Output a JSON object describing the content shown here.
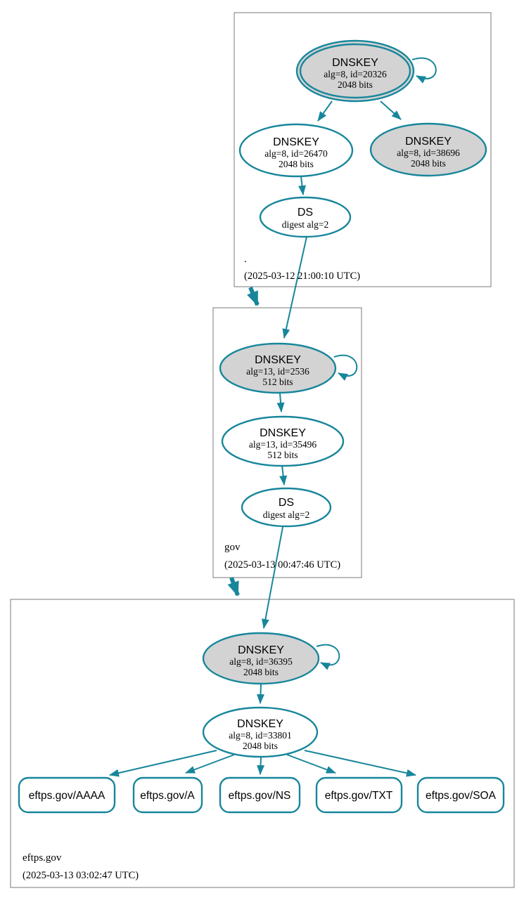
{
  "colors": {
    "teal": "#17869b",
    "gray_fill": "#d3d3d3",
    "zone_border": "#7a7a7a",
    "text": "#000000",
    "background": "#ffffff"
  },
  "zones": [
    {
      "name": ".",
      "timestamp": "(2025-03-12 21:00:10 UTC)",
      "nodes": {
        "ksk": {
          "type": "DNSKEY",
          "detail1": "alg=8, id=20326",
          "detail2": "2048 bits"
        },
        "zsk": {
          "type": "DNSKEY",
          "detail1": "alg=8, id=26470",
          "detail2": "2048 bits"
        },
        "key2": {
          "type": "DNSKEY",
          "detail1": "alg=8, id=38696",
          "detail2": "2048 bits"
        },
        "ds": {
          "type": "DS",
          "detail1": "digest alg=2"
        }
      }
    },
    {
      "name": "gov",
      "timestamp": "(2025-03-13 00:47:46 UTC)",
      "nodes": {
        "ksk": {
          "type": "DNSKEY",
          "detail1": "alg=13, id=2536",
          "detail2": "512 bits"
        },
        "zsk": {
          "type": "DNSKEY",
          "detail1": "alg=13, id=35496",
          "detail2": "512 bits"
        },
        "ds": {
          "type": "DS",
          "detail1": "digest alg=2"
        }
      }
    },
    {
      "name": "eftps.gov",
      "timestamp": "(2025-03-13 03:02:47 UTC)",
      "nodes": {
        "ksk": {
          "type": "DNSKEY",
          "detail1": "alg=8, id=36395",
          "detail2": "2048 bits"
        },
        "zsk": {
          "type": "DNSKEY",
          "detail1": "alg=8, id=33801",
          "detail2": "2048 bits"
        },
        "rrsets": [
          {
            "label": "eftps.gov/AAAA"
          },
          {
            "label": "eftps.gov/A"
          },
          {
            "label": "eftps.gov/NS"
          },
          {
            "label": "eftps.gov/TXT"
          },
          {
            "label": "eftps.gov/SOA"
          }
        ]
      }
    }
  ]
}
